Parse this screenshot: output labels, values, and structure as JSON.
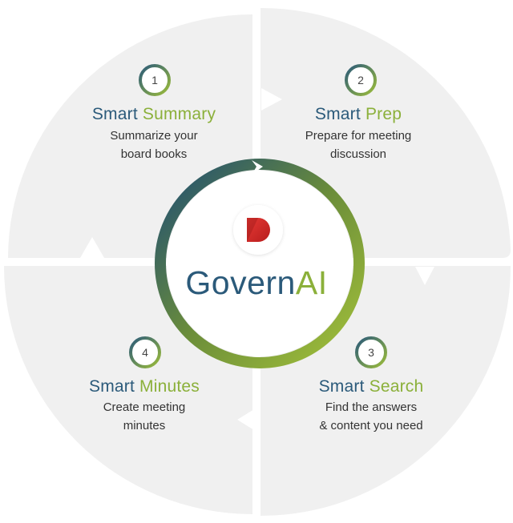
{
  "center": {
    "brand_a": "Govern",
    "brand_b": "AI",
    "logo_icon": "d-logo-icon"
  },
  "steps": [
    {
      "number": "1",
      "title_a": "Smart",
      "title_b": " Summary",
      "desc_line1": "Summarize your",
      "desc_line2": "board books"
    },
    {
      "number": "2",
      "title_a": "Smart",
      "title_b": " Prep",
      "desc_line1": "Prepare for meeting",
      "desc_line2": "discussion"
    },
    {
      "number": "3",
      "title_a": "Smart",
      "title_b": " Search",
      "desc_line1": "Find the answers",
      "desc_line2": "& content you need"
    },
    {
      "number": "4",
      "title_a": "Smart",
      "title_b": " Minutes",
      "desc_line1": "Create meeting",
      "desc_line2": "minutes"
    }
  ],
  "colors": {
    "blue": "#2b5a7a",
    "green": "#8bb03a",
    "logo_red": "#d32f2f",
    "panel": "#f0f0f0"
  }
}
